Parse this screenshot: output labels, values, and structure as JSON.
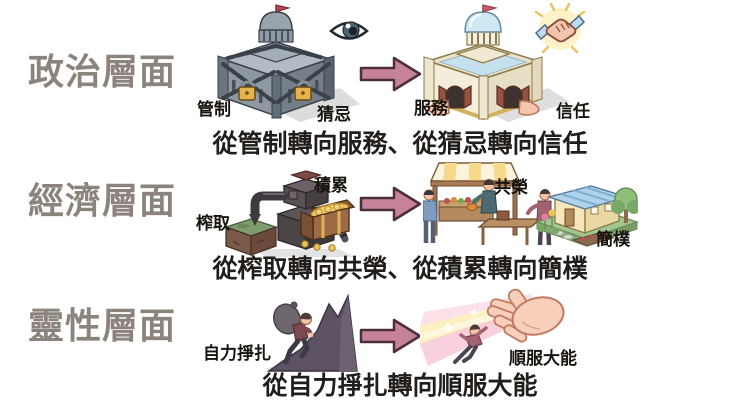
{
  "page": {
    "background": "#ffffff",
    "language": "zh-Hant"
  },
  "colors": {
    "section_label": "#8b847c",
    "caption_text": "#211d1a",
    "tag_text": "#17130e",
    "arrow_fill": "#c5829a",
    "arrow_outline": "#4a2f3a",
    "gold": "#e6b44d",
    "chain_gray": "#3a4149",
    "sky_blue_roof": "#aed3ea",
    "ray_yellow": "#fdf1c2",
    "ray_pink": "#f8c9d6"
  },
  "icons": {
    "eye": "eye-icon",
    "handshake": "handshake-icon",
    "padlock": "padlock-icon",
    "flag": "flag-icon",
    "arrow": "right-arrow-icon"
  },
  "rows": [
    {
      "section_label": "政治層面",
      "before": {
        "illustration": "government-building-wrapped-in-chains-with-watching-eye",
        "labels": [
          "管制",
          "猜忌"
        ]
      },
      "after": {
        "illustration": "government-building-open-doors-welcoming-hands-handshake",
        "labels": [
          "服務",
          "信任"
        ]
      },
      "caption": "從管制轉向服務、從猜忌轉向信任"
    },
    {
      "section_label": "經濟層面",
      "before": {
        "illustration": "extraction-machine-drilling-earth-with-treasure-chest",
        "labels": [
          "榨取",
          "積累"
        ]
      },
      "after": {
        "illustration": "market-stall-trading-and-simple-house-with-garden",
        "labels": [
          "共榮",
          "簡樸"
        ]
      },
      "caption": "從榨取轉向共榮、從積累轉向簡樸"
    },
    {
      "section_label": "靈性層面",
      "before": {
        "illustration": "person-with-heavy-pack-struggling-up-mountain",
        "labels": [
          "自力掙扎"
        ]
      },
      "after": {
        "illustration": "great-hand-reaching-down-with-light-to-floating-person",
        "labels": [
          "順服大能"
        ]
      },
      "caption": "從自力掙扎轉向順服大能"
    }
  ]
}
